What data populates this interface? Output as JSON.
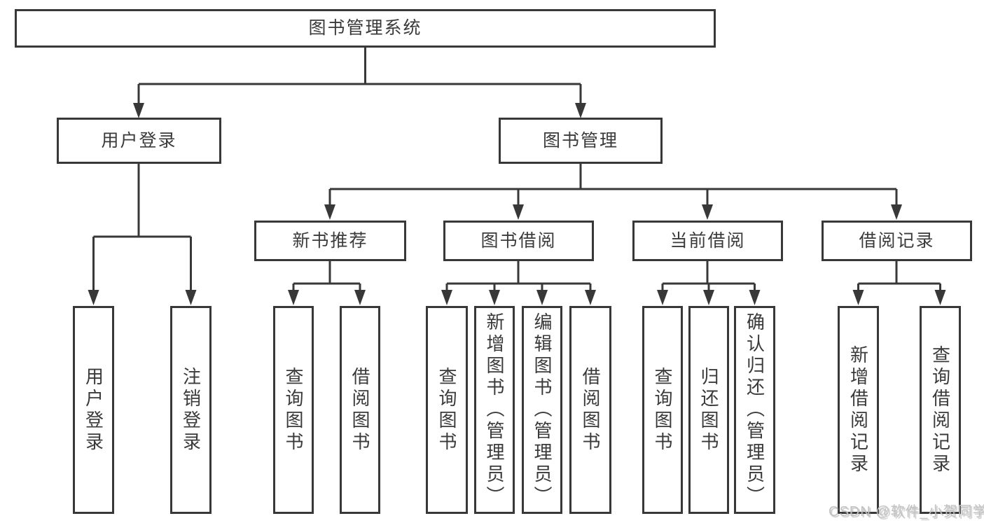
{
  "diagram": {
    "root": {
      "label": "图书管理系统"
    },
    "level2": [
      {
        "label": "用户登录"
      },
      {
        "label": "图书管理"
      }
    ],
    "level3": [
      {
        "label": "新书推荐"
      },
      {
        "label": "图书借阅"
      },
      {
        "label": "当前借阅"
      },
      {
        "label": "借阅记录"
      }
    ],
    "leaves": {
      "user": [
        "用户登录",
        "注销登录"
      ],
      "newbook": [
        "查询图书",
        "借阅图书"
      ],
      "borrow": [
        "查询图书",
        "新增图书（管理员）",
        "编辑图书（管理员）",
        "借阅图书"
      ],
      "current": [
        "查询图书",
        "归还图书",
        "确认归还（管理员）"
      ],
      "records": [
        "新增借阅记录",
        "查询借阅记录"
      ]
    }
  },
  "watermark": {
    "text": "CSDN @软件_小贺同学"
  },
  "colors": {
    "line": "#383838",
    "box_border": "#383838",
    "text": "#3a3a3a",
    "background": "#ffffff",
    "watermark": "#c2c2c2"
  }
}
